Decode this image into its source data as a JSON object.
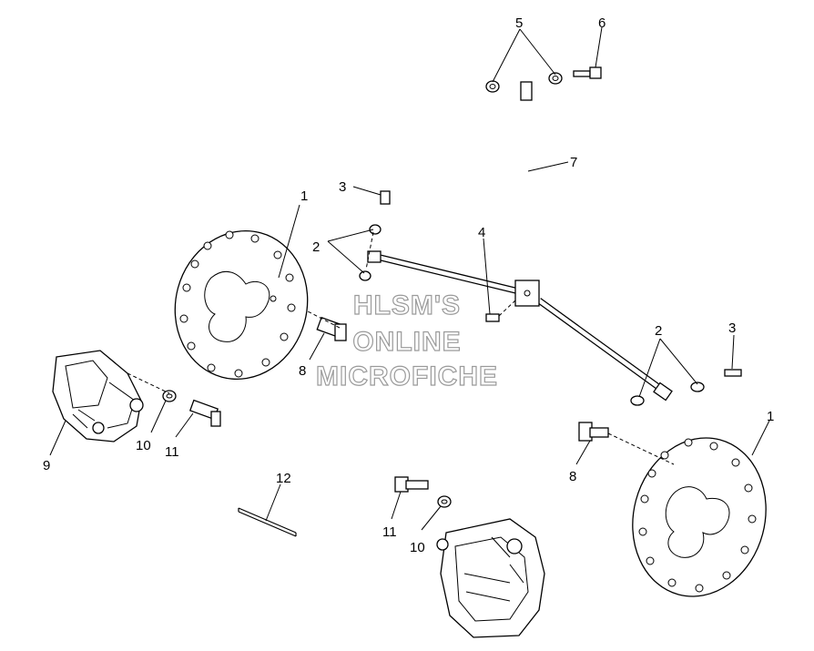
{
  "callouts": {
    "c1a": "1",
    "c1b": "1",
    "c2a": "2",
    "c2b": "2",
    "c3a": "3",
    "c3b": "3",
    "c4": "4",
    "c5": "5",
    "c6": "6",
    "c7": "7",
    "c8a": "8",
    "c8b": "8",
    "c9": "9",
    "c10a": "10",
    "c10b": "10",
    "c11a": "11",
    "c11b": "11",
    "c12": "12"
  },
  "watermark": {
    "line1": "HLSM'S",
    "line2": "ONLINE",
    "line3": "MICROFICHE"
  }
}
